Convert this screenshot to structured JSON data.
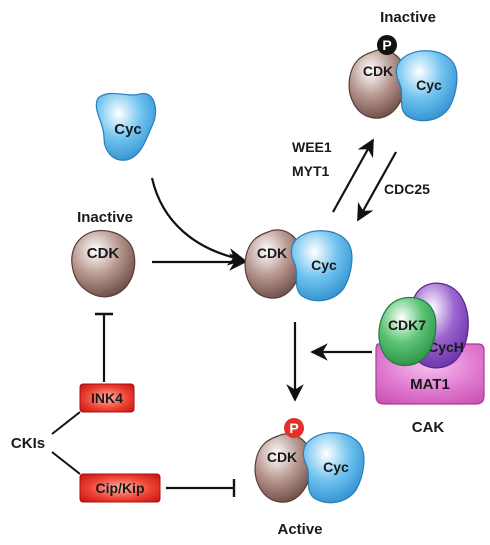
{
  "labels": {
    "inactive_top": "Inactive",
    "inactive_left": "Inactive",
    "active": "Active",
    "cyc": "Cyc",
    "cdk": "CDK",
    "p": "P",
    "wee1": "WEE1",
    "myt1": "MYT1",
    "cdc25": "CDC25",
    "cdk7": "CDK7",
    "cych": "CycH",
    "mat1": "MAT1",
    "cak": "CAK",
    "ink4": "INK4",
    "cipkip": "Cip/Kip",
    "ckis": "CKIs"
  },
  "colors": {
    "cdk": "#8a645c",
    "cyc": "#5ab4e6",
    "cdk7": "#3fae5c",
    "cych": "#8a4fc2",
    "mat1": "#dc67c4",
    "inhibitor": "#e0221a",
    "phospho_inactive": "#111111",
    "phospho_active": "#e63027"
  }
}
